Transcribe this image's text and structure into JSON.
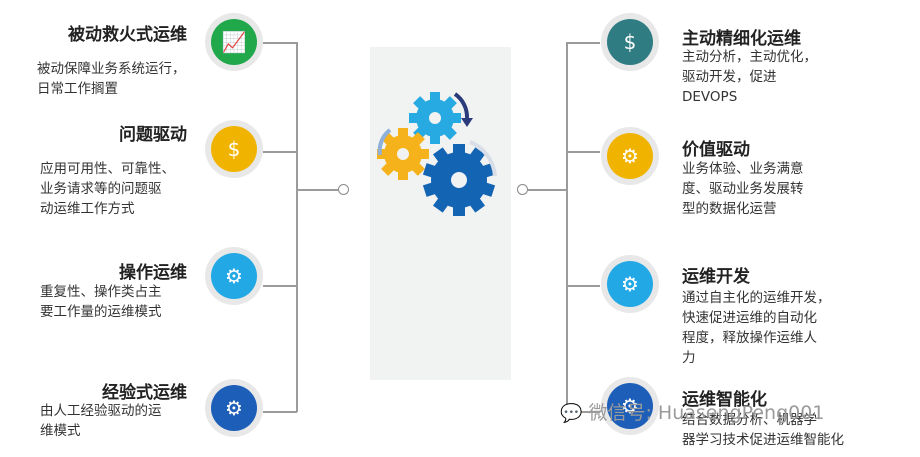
{
  "left": [
    {
      "title": "被动救火式运维",
      "desc": "被动保障业务系统运行，\n日常工作搁置",
      "color": "#20a84b",
      "icon": "presentation-icon"
    },
    {
      "title": "问题驱动",
      "desc": "应用可用性、可靠性、\n业务请求等的问题驱\n动运维工作方式",
      "color": "#f0b400",
      "icon": "coin-stack-icon"
    },
    {
      "title": "操作运维",
      "desc": "重复性、操作类占主\n要工作量的运维模式",
      "color": "#22a8e4",
      "icon": "head-gears-icon"
    },
    {
      "title": "经验式运维",
      "desc": "由人工经验驱动的运\n维模式",
      "color": "#1d5fb8",
      "icon": "head-gears-icon"
    }
  ],
  "right": [
    {
      "title": "主动精细化运维",
      "desc": "主动分析，主动优化，\n驱动开发，促进\nDEVOPS",
      "color": "#2f7d83",
      "icon": "people-network-icon"
    },
    {
      "title": "价值驱动",
      "desc": "业务体验、业务满意\n度、驱动业务发展转\n型的数据化运营",
      "color": "#f0b400",
      "icon": "gear-cycle-icon"
    },
    {
      "title": "运维开发",
      "desc": "通过自主化的运维开发，\n快速促进运维的自动化\n程度，释放操作运维人\n力",
      "color": "#22a8e4",
      "icon": "chart-gear-icon"
    },
    {
      "title": "运维智能化",
      "desc": "结合数据分析、机器学\n器学习技术促进运维智能化",
      "color": "#1d5fb8",
      "icon": "head-gears-icon"
    }
  ],
  "watermark": "微信号: HuasengPeng001",
  "colors": {
    "gear_yellow": "#f6b21a",
    "gear_lightblue": "#27a9e1",
    "gear_darkblue": "#1464b4",
    "arrow_dark": "#2b3a7a",
    "arrow_light": "#8fb0d8"
  }
}
